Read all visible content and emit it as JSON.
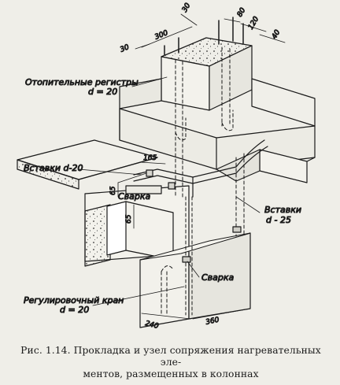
{
  "labels": {
    "registers_l1": "Отопительные регистры",
    "registers_l2": "d = 20",
    "inserts_20": "Вставки d-20",
    "welding_1": "Сварка",
    "inserts_25_l1": "Вставки",
    "inserts_25_l2": "d - 25",
    "welding_2": "Сварка",
    "valve_l1": "Регулировочный кран",
    "valve_l2": "d = 20"
  },
  "dimensions": {
    "d300": "300",
    "d30_top": "30",
    "d30": "30",
    "d80": "80",
    "d120": "120",
    "d40": "40",
    "d165": "165",
    "d65a": "65",
    "d65b": "65",
    "d240": "240",
    "d360": "360"
  },
  "caption": {
    "line1": "Рис. 1.14. Прокладка и узел сопряжения нагревательных эле-",
    "line2": "ментов, размещенных в колоннах"
  }
}
